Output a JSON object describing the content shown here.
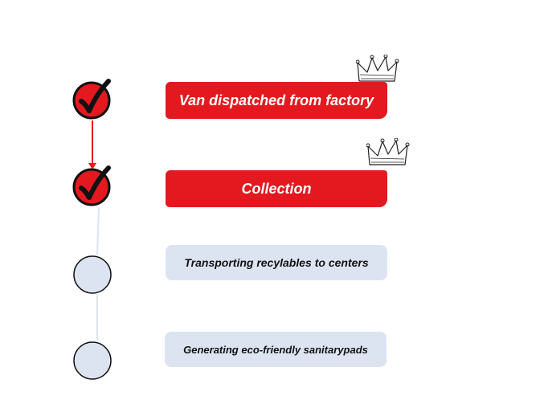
{
  "steps": [
    {
      "label": "Van dispatched from factory",
      "status": "completed",
      "highlight": "crown-icon"
    },
    {
      "label": "Collection",
      "status": "completed",
      "highlight": "crown-icon"
    },
    {
      "label": "Transporting recylables to centers",
      "status": "pending"
    },
    {
      "label": "Generating  eco-friendly sanitarypads",
      "status": "pending"
    }
  ],
  "colors": {
    "completed": "#e3191f",
    "pending": "#dde4f1",
    "connector_done": "#e3191f",
    "connector_pending": "#dde4f1"
  }
}
